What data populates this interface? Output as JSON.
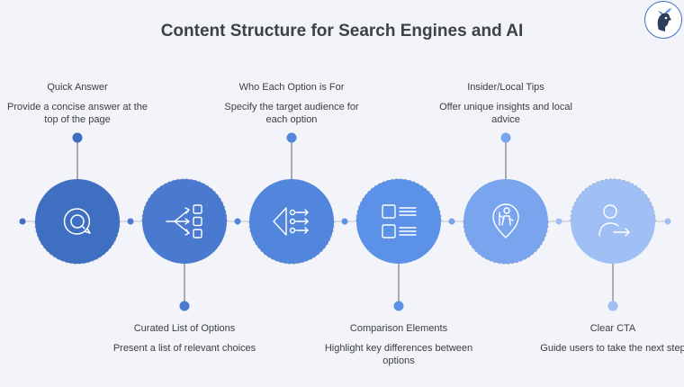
{
  "title": "Content Structure for Search Engines and AI",
  "logo_icon": "bird-head-logo",
  "steps": [
    {
      "title": "Quick Answer",
      "description": "Provide a concise answer at the top of the page",
      "icon": "chat-bubble-icon",
      "color": "#3f6fc1",
      "position": "top"
    },
    {
      "title": "Curated List of Options",
      "description": "Present a list of relevant choices",
      "icon": "list-branch-icon",
      "color": "#4a7ad0",
      "position": "bottom"
    },
    {
      "title": "Who Each Option is For",
      "description": "Specify the target audience for each option",
      "icon": "audience-funnel-icon",
      "color": "#5186dc",
      "position": "top"
    },
    {
      "title": "Comparison Elements",
      "description": "Highlight key differences between options",
      "icon": "comparison-table-icon",
      "color": "#5b92e8",
      "position": "bottom"
    },
    {
      "title": "Insider/Local Tips",
      "description": "Offer unique insights and local advice",
      "icon": "location-person-icon",
      "color": "#79a5ee",
      "position": "top"
    },
    {
      "title": "Clear CTA",
      "description": "Guide users to take the next step",
      "icon": "user-arrow-icon",
      "color": "#a0bff5",
      "position": "bottom"
    }
  ]
}
